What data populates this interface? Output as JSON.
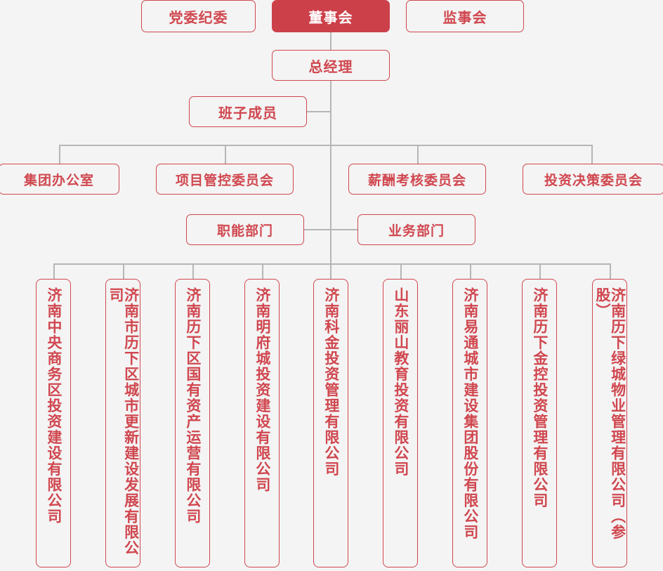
{
  "theme": {
    "background": "#f4f4f4",
    "accent": "#d0474f",
    "accent_filled": "#cc404a",
    "connector": "#b6b6b6",
    "filled_text": "#ffffff"
  },
  "tier_board": {
    "party_committee": "党委纪委",
    "board_of_directors": "董事会",
    "supervisory_board": "监事会"
  },
  "tier_management": {
    "general_manager": "总经理",
    "team_members": "班子成员"
  },
  "tier_committees": [
    {
      "label": "集团办公室"
    },
    {
      "label": "项目管控委员会"
    },
    {
      "label": "薪酬考核委员会"
    },
    {
      "label": "投资决策委员会"
    }
  ],
  "tier_departments": [
    {
      "label": "职能部门"
    },
    {
      "label": "业务部门"
    }
  ],
  "tier_subsidiaries": [
    {
      "label": "济南中央商务区投资建设有限公司"
    },
    {
      "label": "济南市历下区城市更新建设发展有限公司"
    },
    {
      "label": "济南历下区国有资产运营有限公司"
    },
    {
      "label": "济南明府城投资建设有限公司"
    },
    {
      "label": "济南科金投资管理有限公司"
    },
    {
      "label": "山东丽山教育投资有限公司"
    },
    {
      "label": "济南易通城市建设集团股份有限公司"
    },
    {
      "label": "济南历下金控投资管理有限公司"
    },
    {
      "label": "济南历下绿城物业管理有限公司（参股）"
    }
  ]
}
